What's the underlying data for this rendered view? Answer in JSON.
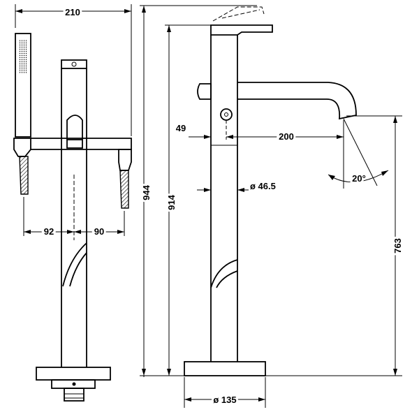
{
  "dimensions": {
    "total_width": "210",
    "height_total": "944",
    "height_body": "914",
    "left_to_center": "92",
    "center_to_right": "90",
    "lever_height": "49",
    "spout_reach": "200",
    "diameter_body": "ø 46.5",
    "spout_angle": "20°",
    "spout_height": "763",
    "base_diameter": "ø 135"
  },
  "colors": {
    "line": "#000000",
    "background": "#ffffff"
  }
}
